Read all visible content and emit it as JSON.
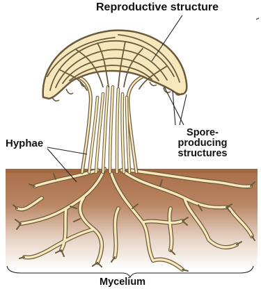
{
  "labels": {
    "reproductive_structure": "Reproductive structure",
    "hyphae": "Hyphae",
    "spore_producing_line1": "Spore-",
    "spore_producing_line2": "producing",
    "spore_producing_line3": "structures",
    "mycelium": "Mycelium"
  },
  "colors": {
    "hypha_fill": "#f6e8bc",
    "hypha_outline": "#6b5a3a",
    "soil_top": "#a86d47",
    "soil_bottom": "#ffffff",
    "label_text": "#111111",
    "leader_line": "#222222"
  }
}
